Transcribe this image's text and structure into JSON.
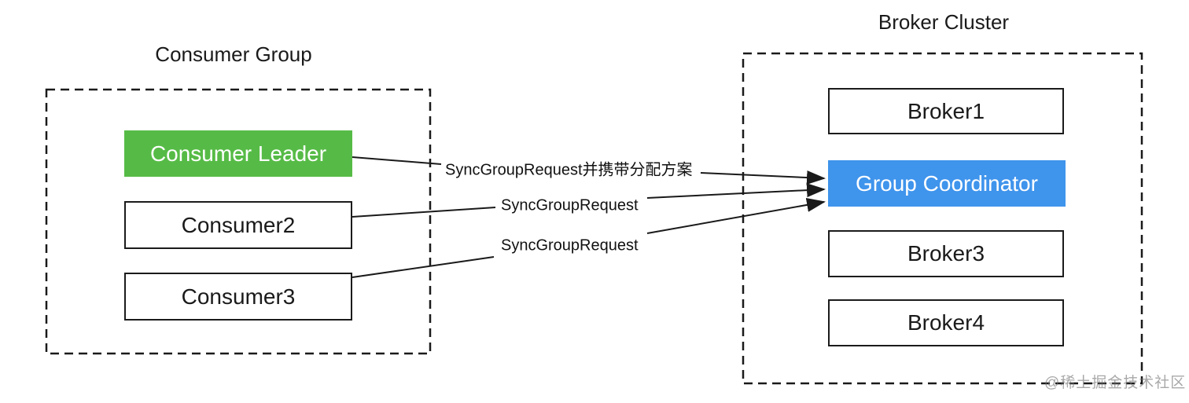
{
  "diagram": {
    "consumer_group": {
      "title": "Consumer Group",
      "nodes": [
        {
          "label": "Consumer Leader",
          "role": "leader"
        },
        {
          "label": "Consumer2",
          "role": "member"
        },
        {
          "label": "Consumer3",
          "role": "member"
        }
      ]
    },
    "broker_cluster": {
      "title": "Broker Cluster",
      "nodes": [
        {
          "label": "Broker1",
          "role": "broker"
        },
        {
          "label": "Group Coordinator",
          "role": "coordinator"
        },
        {
          "label": "Broker3",
          "role": "broker"
        },
        {
          "label": "Broker4",
          "role": "broker"
        }
      ]
    },
    "arrows": [
      {
        "label": "SyncGroupRequest并携带分配方案",
        "from": "Consumer Leader",
        "to": "Group Coordinator"
      },
      {
        "label": "SyncGroupRequest",
        "from": "Consumer2",
        "to": "Group Coordinator"
      },
      {
        "label": "SyncGroupRequest",
        "from": "Consumer3",
        "to": "Group Coordinator"
      }
    ],
    "colors": {
      "leader_green": "#56BB46",
      "coordinator_blue": "#3F94EC",
      "line": "#1a1a1a"
    },
    "watermark": "@稀土掘金技术社区"
  }
}
